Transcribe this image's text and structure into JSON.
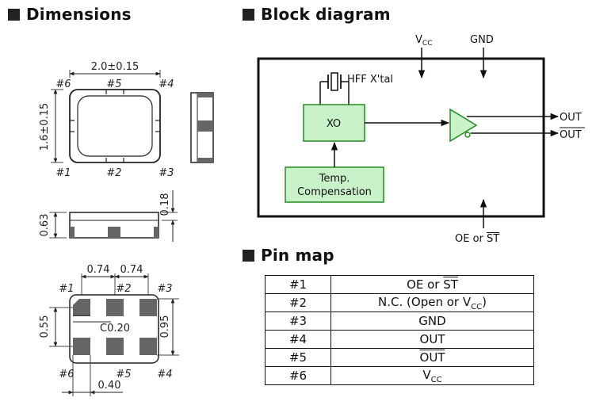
{
  "sections": {
    "dimensions": "Dimensions",
    "block_diagram": "Block diagram",
    "pin_map": "Pin map"
  },
  "dimensions": {
    "width": "2.0±0.15",
    "height": "1.6±0.15",
    "thickness_total": "0.63",
    "thickness_top": "0.18",
    "pad_pitch_a": "0.74",
    "pad_pitch_b": "0.74",
    "pad_height": "0.55",
    "pad_span": "0.95",
    "pad_width": "0.40",
    "chamfer": "C0.20",
    "pins_top": [
      "#6",
      "#5",
      "#4"
    ],
    "pins_bottom": [
      "#1",
      "#2",
      "#3"
    ],
    "pads_top": [
      "#1",
      "#2",
      "#3"
    ],
    "pads_bottom": [
      "#6",
      "#5",
      "#4"
    ]
  },
  "block": {
    "vcc": "V",
    "vcc_sub": "CC",
    "gnd": "GND",
    "crystal": "HFF X'tal",
    "xo": "XO",
    "temp_line1": "Temp.",
    "temp_line2": "Compensation",
    "out": "OUT",
    "out_bar": "OUT",
    "oe_prefix": "OE or ",
    "oe_st": "ST"
  },
  "pinmap": [
    {
      "pin": "#1",
      "parts": [
        {
          "t": "OE or "
        },
        {
          "t": "ST",
          "over": true
        }
      ]
    },
    {
      "pin": "#2",
      "parts": [
        {
          "t": "N.C. (Open or V"
        },
        {
          "t": "CC",
          "sub": true
        },
        {
          "t": ")"
        }
      ]
    },
    {
      "pin": "#3",
      "parts": [
        {
          "t": "GND"
        }
      ]
    },
    {
      "pin": "#4",
      "parts": [
        {
          "t": "OUT"
        }
      ]
    },
    {
      "pin": "#5",
      "parts": [
        {
          "t": "OUT",
          "over": true
        }
      ]
    },
    {
      "pin": "#6",
      "parts": [
        {
          "t": "V"
        },
        {
          "t": "CC",
          "sub": true
        }
      ]
    }
  ],
  "colors": {
    "block_fill": "#c9f2c9",
    "block_stroke": "#228b22",
    "pad_fill": "#666666"
  }
}
